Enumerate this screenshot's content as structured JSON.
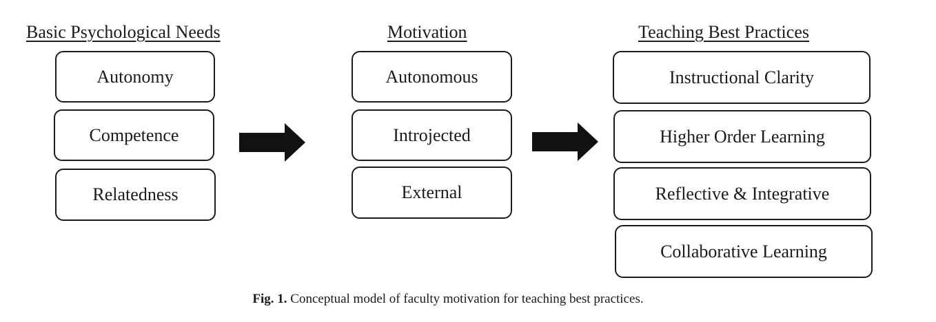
{
  "columns": [
    {
      "heading": "Basic Psychological Needs",
      "items": [
        "Autonomy",
        "Competence",
        "Relatedness"
      ]
    },
    {
      "heading": "Motivation",
      "items": [
        "Autonomous",
        "Introjected",
        "External"
      ]
    },
    {
      "heading": "Teaching Best Practices",
      "items": [
        "Instructional Clarity",
        "Higher Order Learning",
        "Reflective & Integrative",
        "Collaborative Learning"
      ]
    }
  ],
  "caption": {
    "label": "Fig. 1.",
    "text": "Conceptual model of faculty motivation for teaching best practices."
  },
  "colors": {
    "stroke": "#1a1a1a",
    "arrow": "#111111"
  }
}
